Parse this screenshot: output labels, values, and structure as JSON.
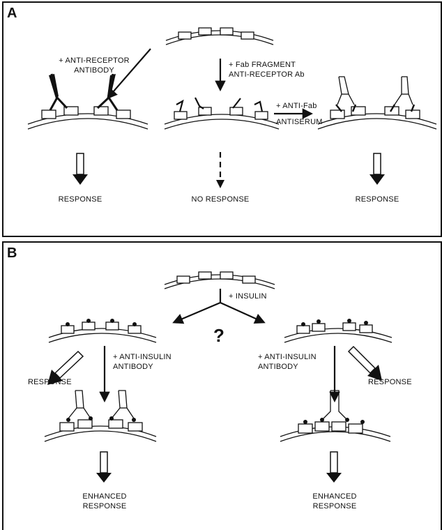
{
  "panel_a": {
    "label": "A",
    "anti_receptor_antibody": [
      "+ ANTI-RECEPTOR",
      "ANTIBODY"
    ],
    "fab_fragment": [
      "+ Fab FRAGMENT",
      "ANTI-RECEPTOR Ab"
    ],
    "anti_fab": [
      "+ ANTI-Fab",
      "ANTISERUM"
    ],
    "response_left": "RESPONSE",
    "no_response": "NO RESPONSE",
    "response_right": "RESPONSE"
  },
  "panel_b": {
    "label": "B",
    "insulin": "+ INSULIN",
    "question": "?",
    "anti_insulin_left": [
      "+ ANTI-INSULIN",
      "ANTIBODY"
    ],
    "anti_insulin_right": [
      "+ ANTI-INSULIN",
      "ANTIBODY"
    ],
    "response_left": "RESPONSE",
    "response_right": "RESPONSE",
    "enhanced_left": [
      "ENHANCED",
      "RESPONSE"
    ],
    "enhanced_right": [
      "ENHANCED",
      "RESPONSE"
    ]
  }
}
